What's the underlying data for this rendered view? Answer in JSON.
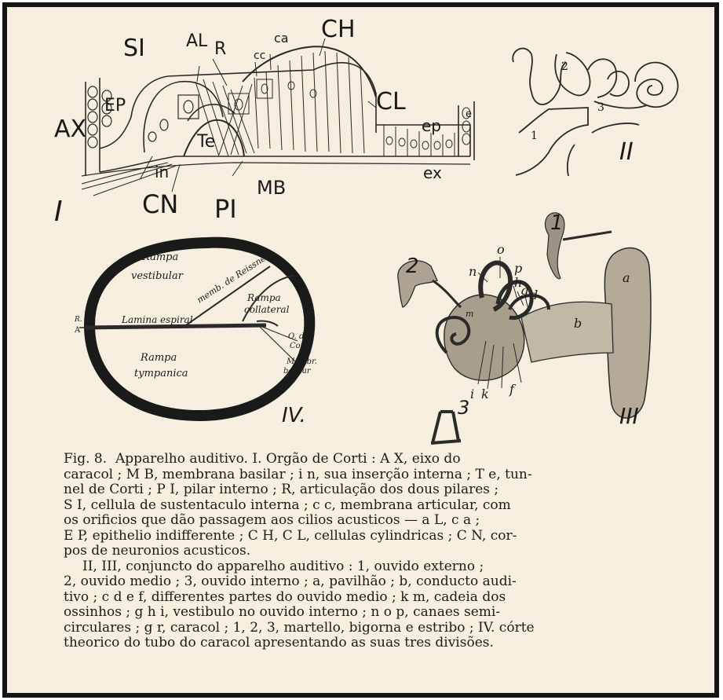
{
  "organ_of_corti": {
    "labels": {
      "si": "SI",
      "al": "AL",
      "r": "R",
      "cc": "cc",
      "ca": "ca",
      "ch": "CH",
      "ep_upper": "EP",
      "ax": "AX",
      "te": "Te",
      "cl": "CL",
      "ep_lower": "ep",
      "e_small": "e",
      "in": "in",
      "cn": "CN",
      "pi": "PI",
      "mb": "MB",
      "ex": "ex",
      "roman": "I"
    }
  },
  "whole_ear": {
    "labels": {
      "one": "1",
      "two": "2",
      "three": "3",
      "roman": "II"
    }
  },
  "cochlea_section": {
    "labels": {
      "rampa_vestibular_1": "Rampa",
      "rampa_vestibular_2": "vestibular",
      "memb_reissner": "memb. de Reissner",
      "rampa_collateral_1": "Rampa",
      "rampa_collateral_2": "collateral",
      "lamina": "Lamina espiral",
      "rampa_tympanica_1": "Rampa",
      "rampa_tympanica_2": "tympanica",
      "corti_1": "O. do",
      "corti_2": "Corti",
      "membr_basilar_1": "Membr.",
      "membr_basilar_2": "basilar",
      "r": "R.",
      "a": "A",
      "roman": "IV."
    }
  },
  "apparatus": {
    "labels": {
      "n1": "1",
      "n2": "2",
      "n3": "3",
      "n": "n",
      "o": "o",
      "p": "p",
      "h": "h",
      "g": "g",
      "d": "d",
      "a": "a",
      "b": "b",
      "m": "m",
      "i": "i",
      "k": "k",
      "f": "f",
      "roman": "III"
    }
  },
  "caption": {
    "lines": [
      "Fig. 8.  Apparelho auditivo. I. Orgão de Corti : A X, eixo do",
      "caracol ; M B, membrana basilar ; i n, sua inserção interna ; T e, tun-",
      "nel de Corti ; P I, pilar interno ; R, articulação dos dous pilares ;",
      "S I, cellula de sustentaculo interna ; c c, membrana articular, com",
      "os orificios que dão passagem aos cilios acusticos — a L, c a ;",
      "E P, epithelio indifferente ; C H, C L, cellulas cylindricas ; C N, cor-",
      "pos de neuronios acusticos.",
      "II, III, conjuncto do apparelho auditivo : 1, ouvido externo ;",
      "2, ouvido medio ; 3, ouvido interno ; a, pavilhão ; b, conducto audi-",
      "tivo ; c d e f, differentes partes do ouvido medio ; k m, cadeia dos",
      "ossinhos ; g h i, vestibulo no ouvido interno ; n o p, canaes semi-",
      "circulares ; g r, caracol ; 1, 2, 3, martello, bigorna e estribo ; IV. córte",
      "theorico do tubo do caracol apresentando as suas tres divisões."
    ]
  }
}
